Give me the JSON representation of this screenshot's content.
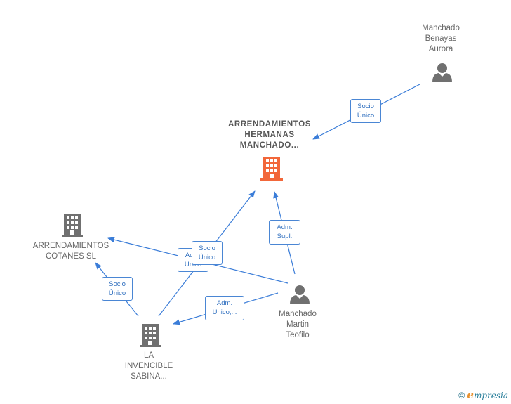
{
  "nodes": {
    "manchado_benayas": {
      "label": [
        "Manchado",
        "Benayas",
        "Aurora"
      ],
      "type": "person-icon"
    },
    "arrendamientos_hermanas": {
      "label": [
        "ARRENDAMIENTOS",
        "HERMANAS",
        "MANCHADO..."
      ],
      "type": "building-icon",
      "color": "#f2673a"
    },
    "arrendamientos_cotanes": {
      "label": [
        "ARRENDAMIENTOS",
        "COTANES SL"
      ],
      "type": "building-icon",
      "color": "#707070"
    },
    "la_invencible": {
      "label": [
        "LA",
        "INVENCIBLE",
        "SABINA..."
      ],
      "type": "building-icon",
      "color": "#707070"
    },
    "manchado_martin": {
      "label": [
        "Manchado",
        "Martin",
        "Teofilo"
      ],
      "type": "person-icon"
    }
  },
  "edges": {
    "benayas_to_hermanas": [
      "Socio",
      "Único"
    ],
    "martin_to_hermanas": [
      "Adm.",
      "Supl."
    ],
    "martin_to_cotanes": [
      "Adm.",
      "Unico"
    ],
    "invencible_to_hermanas": [
      "Socio",
      "Único"
    ],
    "invencible_to_cotanes": [
      "Socio",
      "Único"
    ],
    "martin_to_invencible": [
      "Adm.",
      "Unico,..."
    ]
  },
  "colors": {
    "edge": "#3b7dd8",
    "icon": "#707070",
    "main": "#f2673a"
  },
  "footer": {
    "copyright": "©",
    "brand_first": "e",
    "brand_rest": "mpresia"
  }
}
